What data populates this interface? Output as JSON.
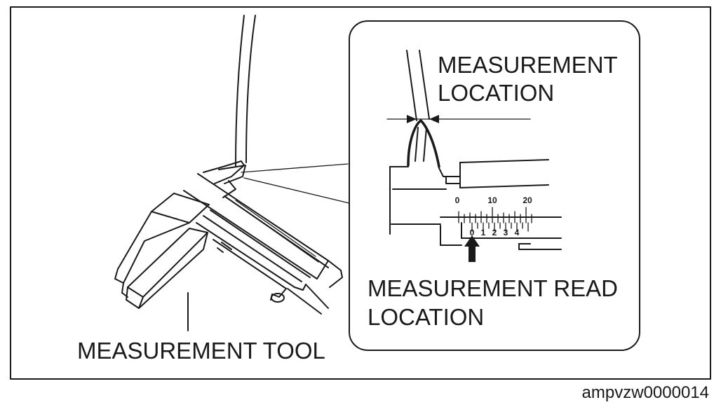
{
  "labels": {
    "measurement_location_line1": "MEASUREMENT",
    "measurement_location_line2": "LOCATION",
    "measurement_read_location_line1": "MEASUREMENT READ",
    "measurement_read_location_line2": "LOCATION",
    "measurement_tool": "MEASUREMENT TOOL"
  },
  "main_scale_ticks": [
    "0",
    "10",
    "20"
  ],
  "vernier_scale_ticks": [
    "0",
    "1",
    "2",
    "3",
    "4"
  ],
  "figure_code": "ampvzw0000014"
}
